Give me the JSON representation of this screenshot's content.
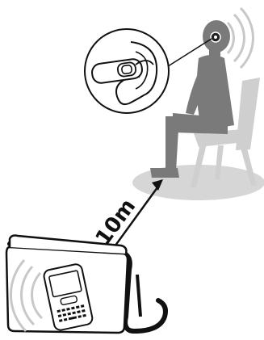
{
  "diagram": {
    "distance_label": "10m",
    "colors": {
      "person": "#7a7a7a",
      "floor_shadow": "#d6d6d6",
      "chair": "#cfcfcf",
      "outline": "#111111",
      "signal_waves": "#c8c8c8",
      "background": "#ffffff"
    },
    "icons": {
      "person": "seated-person-silhouette",
      "headset": "bluetooth-headset-icon",
      "ear_inset": "ear-with-headset-inset",
      "phone": "mobile-phone-icon",
      "bag": "shoulder-bag-icon",
      "arrow": "double-headed-arrow"
    }
  }
}
